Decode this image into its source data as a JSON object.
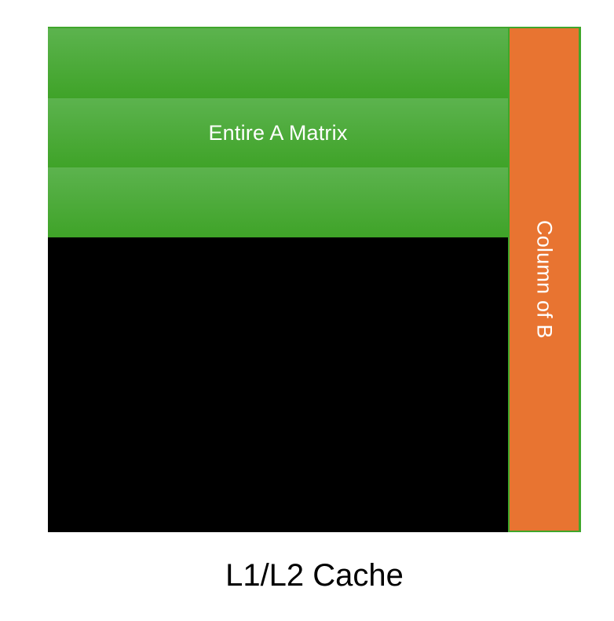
{
  "figure": {
    "a_matrix": {
      "label": "Entire A Matrix",
      "bands": 3
    },
    "b_column": {
      "label": "Column of B"
    },
    "cache": {
      "caption": "L1/L2 Cache"
    },
    "colors": {
      "band_top": "#5cb34e",
      "band_bottom": "#3fa328",
      "border_green": "#3fa62b",
      "orange": "#e87431",
      "black": "#000000",
      "label_text": "#ffffff",
      "caption_text": "#000000"
    }
  }
}
